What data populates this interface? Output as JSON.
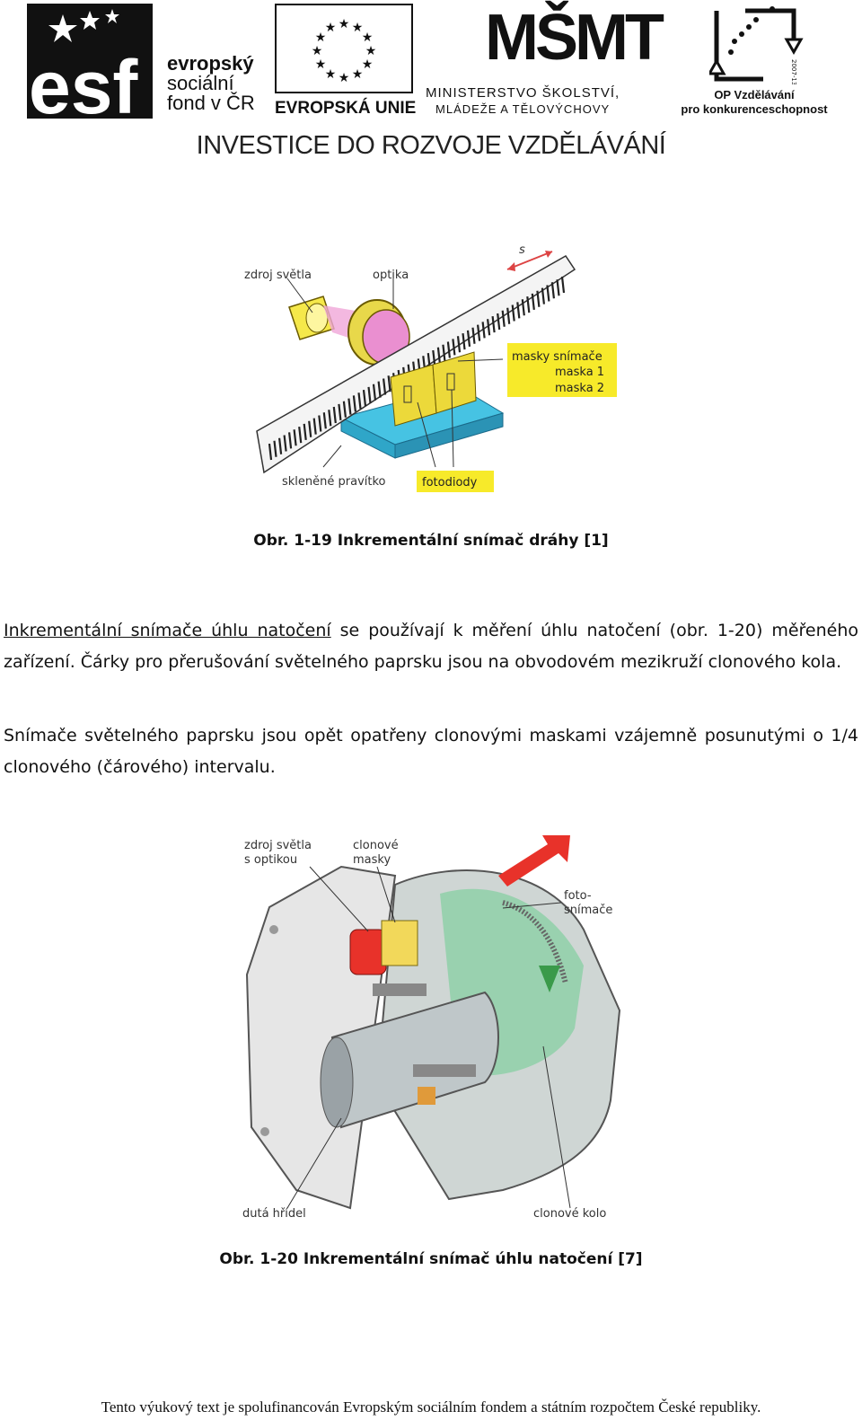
{
  "header": {
    "esf": {
      "big": "esf",
      "line1": "evropský",
      "line2": "sociální",
      "line3": "fond v ČR"
    },
    "eu": {
      "label": "EVROPSKÁ UNIE"
    },
    "msmt": {
      "letters": "MŠMT",
      "line1": "MINISTERSTVO ŠKOLSTVÍ,",
      "line2": "MLÁDEŽE A TĚLOVÝCHOVY"
    },
    "op": {
      "line1": "OP Vzdělávání",
      "line2": "pro konkurenceschopnost",
      "years": "2007-13"
    },
    "slogan": "INVESTICE DO ROZVOJE VZDĚLÁVÁNÍ"
  },
  "figure1": {
    "labels": {
      "light_source": "zdroj světla",
      "optics": "optika",
      "s": "s",
      "masks_title": "masky snímače",
      "mask1": "maska 1",
      "mask2": "maska 2",
      "glass_ruler": "skleněné pravítko",
      "photodiodes": "fotodiody"
    },
    "caption": "Obr. 1-19  Inkrementální snímač dráhy [1]"
  },
  "text": {
    "p1_link": "Inkrementální snímače úhlu natočení",
    "p1_rest": " se používají k měření úhlu natočení (obr. 1-20) měřeného zařízení. Čárky pro přerušování světelného paprsku jsou na obvodovém mezikruží clonového kola.",
    "p2": "Snímače světelného paprsku jsou opět opatřeny clonovými maskami vzájemně posunutými o 1/4 clonového (čárového) intervalu."
  },
  "figure2": {
    "labels": {
      "source_l1": "zdroj světla",
      "source_l2": "s optikou",
      "masks_l1": "clonové",
      "masks_l2": "masky",
      "photo_l1": "foto-",
      "photo_l2": "snímače",
      "shaft": "dutá hřídel",
      "wheel": "clonové kolo"
    },
    "caption": "Obr. 1-20  Inkrementální snímač úhlu natočení [7]"
  },
  "footer": "Tento výukový text je spolufinancován Evropským sociálním fondem a státním rozpočtem České republiky."
}
